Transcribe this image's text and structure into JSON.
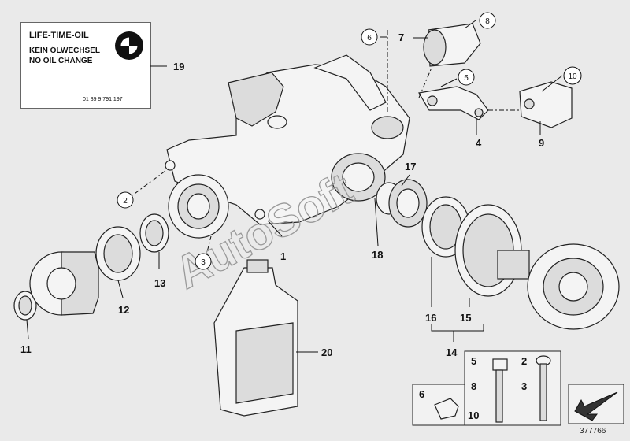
{
  "label": {
    "line1": "LIFE-TIME-OIL",
    "line2": "KEIN ÖLWECHSEL",
    "line3": "NO OIL CHANGE",
    "part_number": "01 39 9 791 197"
  },
  "watermark": "AutoSoft",
  "reference_number": "377766",
  "callouts": {
    "n1": "1",
    "n2": "2",
    "n3": "3",
    "n4": "4",
    "n5": "5",
    "n6": "6",
    "n7": "7",
    "n8": "8",
    "n9": "9",
    "n10": "10",
    "n11": "11",
    "n12": "12",
    "n13": "13",
    "n14": "14",
    "n15": "15",
    "n16": "16",
    "n17": "17",
    "n18": "18",
    "n19": "19",
    "n20": "20"
  },
  "hardware_table": {
    "r1a": "5",
    "r1b": "2",
    "r2a": "8",
    "r2b": "3",
    "r3a": "6",
    "r4a": "10"
  }
}
